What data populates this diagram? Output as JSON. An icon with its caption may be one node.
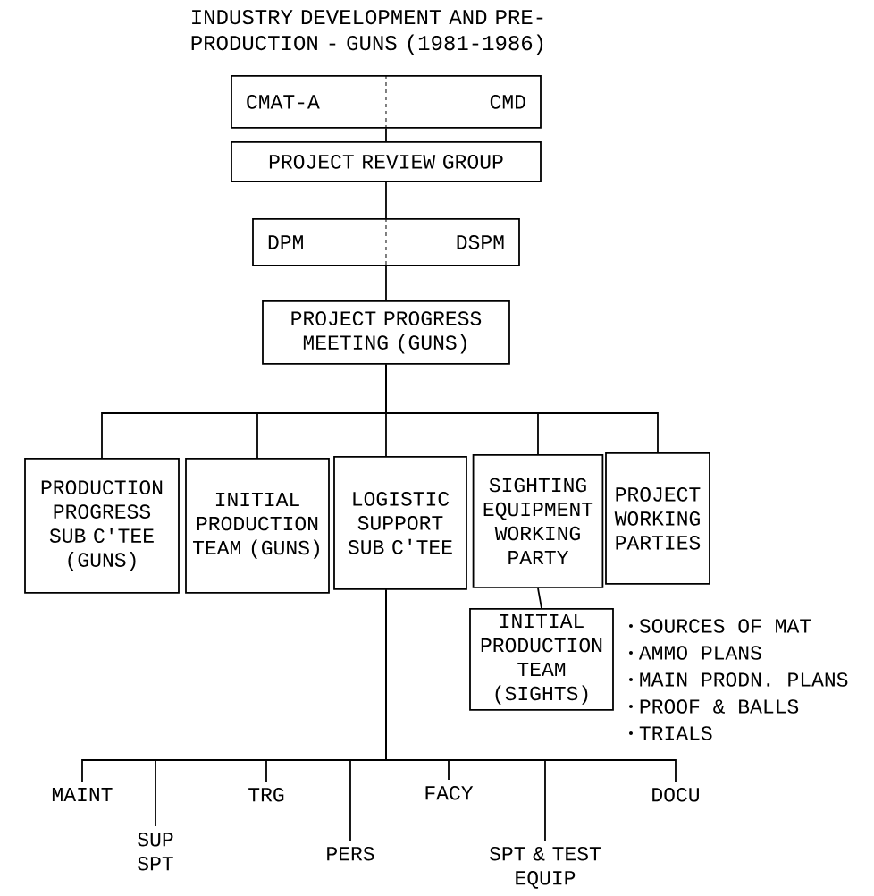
{
  "diagram": {
    "title": "INDUSTRY DEVELOPMENT AND PRE-PRODUCTION - GUNS (1981-1986)",
    "nodes": [
      {
        "text": [
          "CMAT-A",
          "CMD"
        ]
      },
      {
        "text": [
          "PROJECT REVIEW GROUP"
        ]
      },
      {
        "text": [
          "DPM",
          "DSPM"
        ]
      },
      {
        "text": [
          "PROJECT PROGRESS MEETING (GUNS)"
        ]
      },
      {
        "text": [
          "PRODUCTION PROGRESS SUB C'TEE (GUNS)"
        ]
      },
      {
        "text": [
          "INITIAL PRODUCTION TEAM (GUNS)"
        ]
      },
      {
        "text": [
          "LOGISTIC SUPPORT SUB C'TEE"
        ]
      },
      {
        "text": [
          "SIGHTING EQUIPMENT WORKING PARTY"
        ]
      },
      {
        "text": [
          "PROJECT WORKING PARTIES"
        ]
      },
      {
        "text": [
          "INITIAL PRODUCTION TEAM (SIGHTS)"
        ],
        "beside": [
          "SOURCES OF MAT",
          "AMMO PLANS",
          "MAIN PRODN. PLANS",
          "PROOF & BALLS",
          "TRIALS"
        ]
      },
      {
        "text": [
          "MAINT"
        ]
      },
      {
        "text": [
          "SUP SPT"
        ]
      },
      {
        "text": [
          "TRG"
        ]
      },
      {
        "text": [
          "PERS"
        ]
      },
      {
        "text": [
          "FACY"
        ]
      },
      {
        "text": [
          "SPT & TEST EQUIP"
        ]
      },
      {
        "text": [
          "DOCU"
        ]
      }
    ],
    "edges": [
      {
        "from": 0,
        "to": 1,
        "arrow": "none"
      },
      {
        "from": 1,
        "to": 2,
        "arrow": "none"
      },
      {
        "from": 2,
        "to": 3,
        "arrow": "none"
      },
      {
        "from": 3,
        "to": 4,
        "arrow": "none"
      },
      {
        "from": 3,
        "to": 5,
        "arrow": "none"
      },
      {
        "from": 3,
        "to": 6,
        "arrow": "none"
      },
      {
        "from": 3,
        "to": 7,
        "arrow": "none"
      },
      {
        "from": 3,
        "to": 8,
        "arrow": "none"
      },
      {
        "from": 7,
        "to": 9,
        "arrow": "none"
      },
      {
        "from": 6,
        "to": 10,
        "arrow": "none"
      },
      {
        "from": 6,
        "to": 11,
        "arrow": "none"
      },
      {
        "from": 6,
        "to": 12,
        "arrow": "none"
      },
      {
        "from": 6,
        "to": 13,
        "arrow": "none"
      },
      {
        "from": 6,
        "to": 14,
        "arrow": "none"
      },
      {
        "from": 6,
        "to": 15,
        "arrow": "none"
      },
      {
        "from": 6,
        "to": 16,
        "arrow": "none"
      }
    ]
  }
}
